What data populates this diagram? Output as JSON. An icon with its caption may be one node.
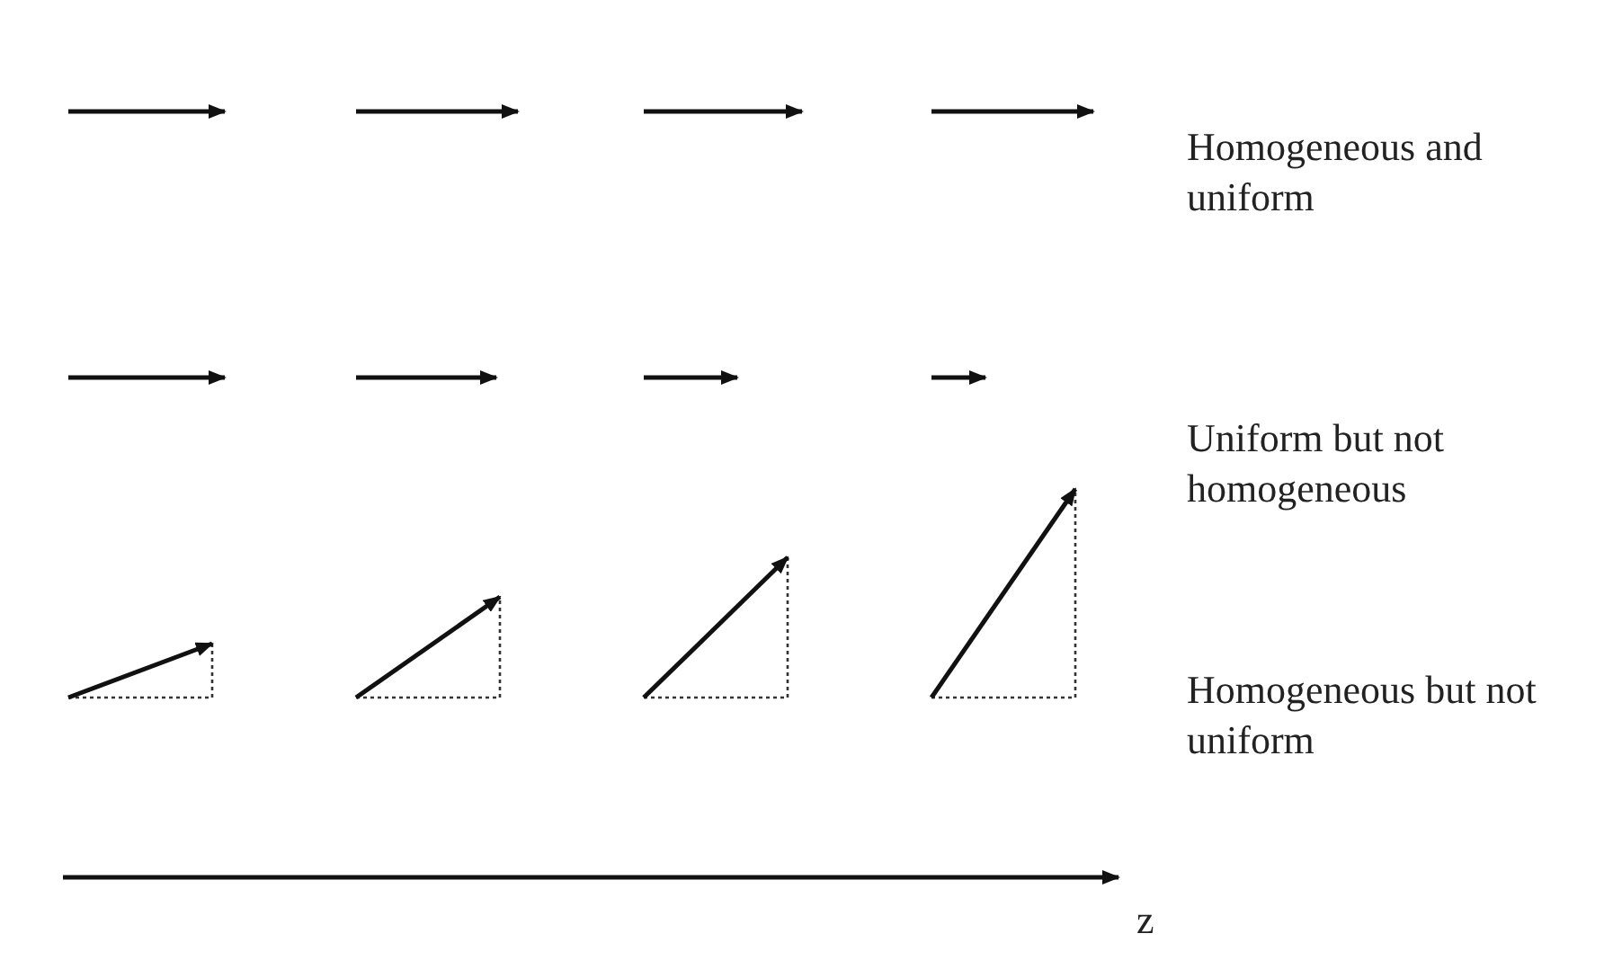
{
  "diagram": {
    "labels": [
      "Homogeneous and uniform",
      "Uniform but not homogeneous",
      "Homogeneous but not uniform",
      "z"
    ]
  }
}
